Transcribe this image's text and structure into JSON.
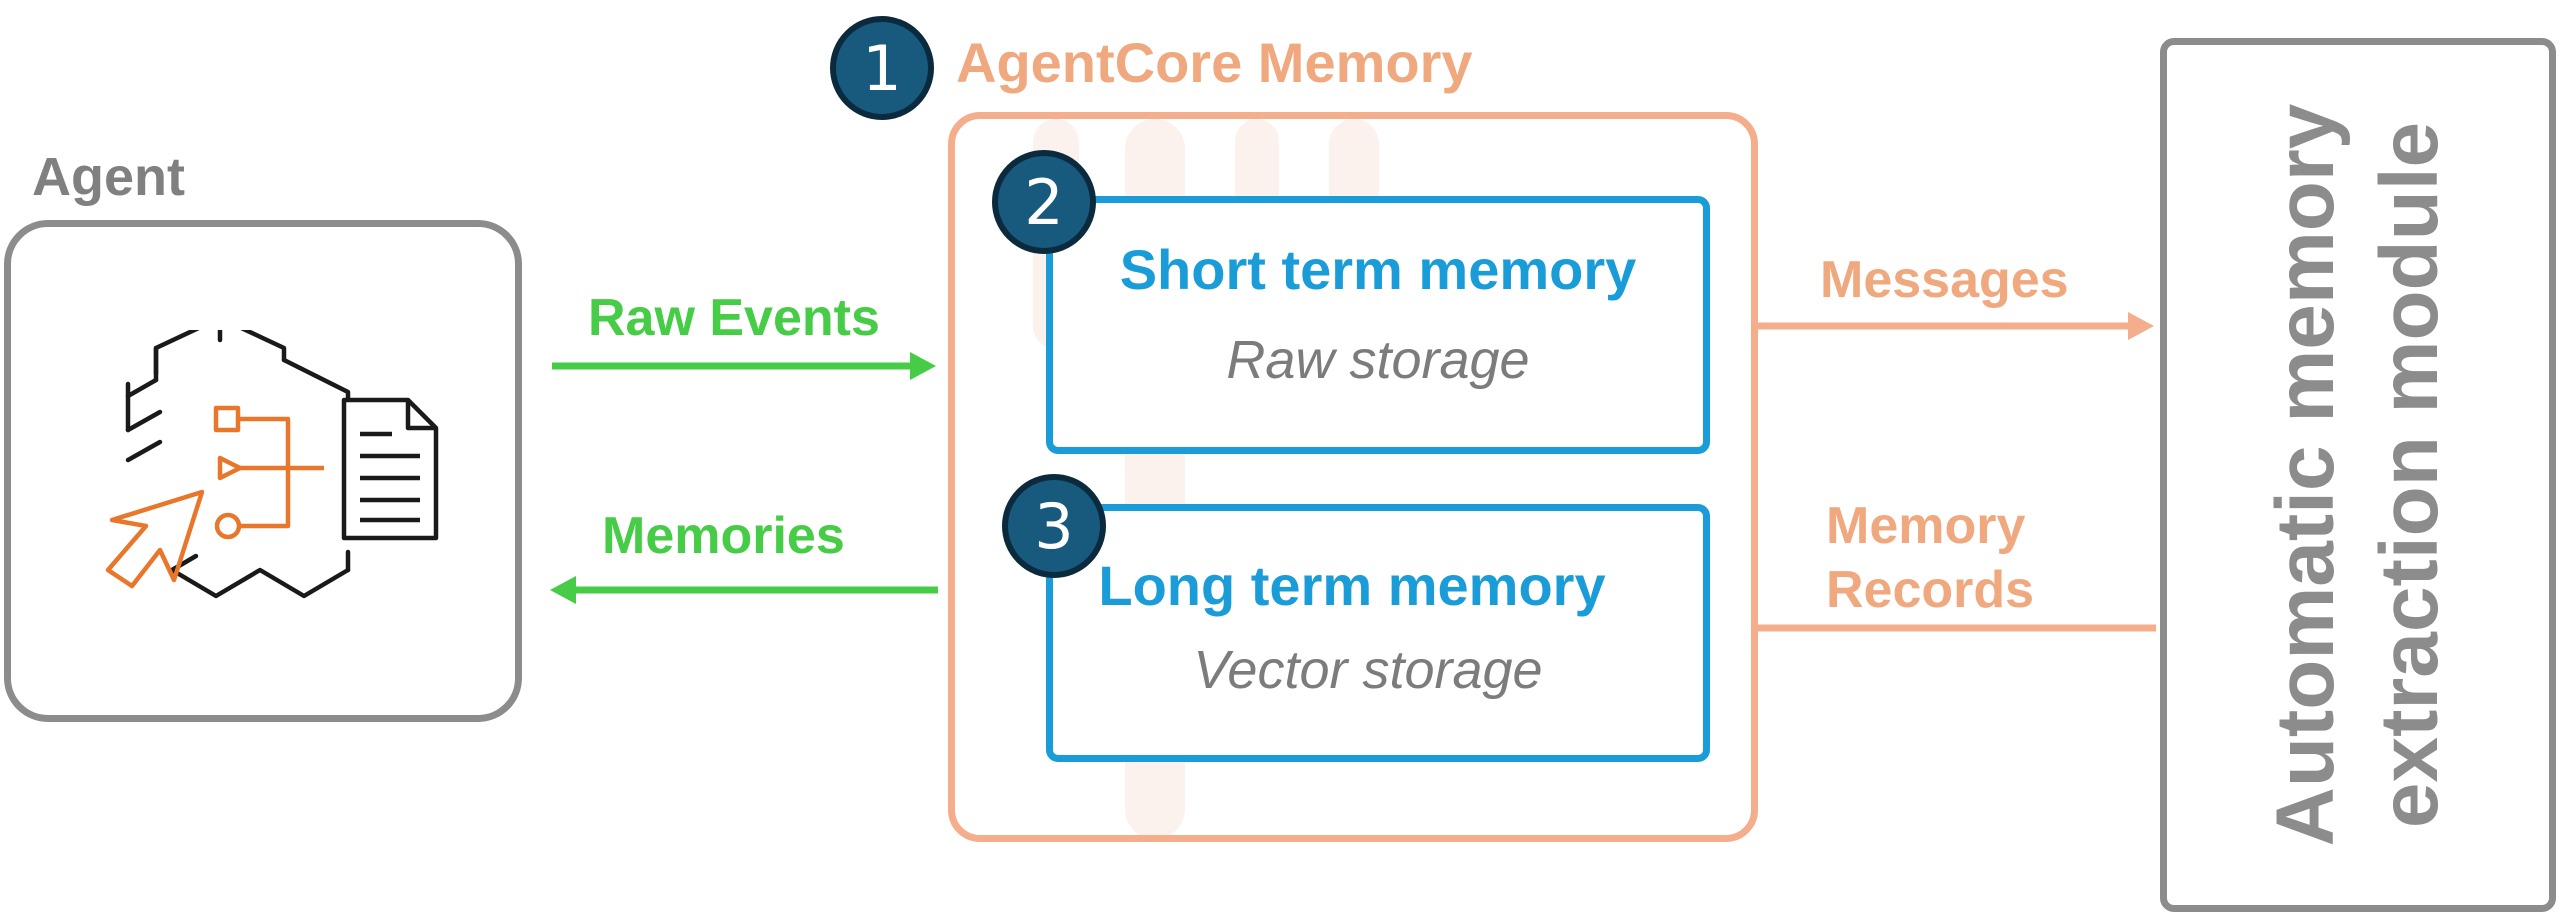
{
  "agent": {
    "label": "Agent"
  },
  "flows": {
    "raw_events": "Raw Events",
    "memories": "Memories",
    "messages": "Messages",
    "memory_records_line1": "Memory",
    "memory_records_line2": "Records"
  },
  "agentcore": {
    "step": "1",
    "title": "AgentCore Memory",
    "short_term": {
      "step": "2",
      "title": "Short term memory",
      "subtitle": "Raw storage"
    },
    "long_term": {
      "step": "3",
      "title": "Long term memory",
      "subtitle": "Vector storage"
    }
  },
  "extraction": {
    "line1": "Automatic memory",
    "line2": "extraction module"
  },
  "colors": {
    "green": "#46cc46",
    "salmon": "#f0a87f",
    "blue": "#1a9cd8",
    "navy": "#185a7d",
    "gray": "#8c8c8c",
    "orange_icon": "#e8762b"
  },
  "icons": {
    "agent": "agent-workflow-icon"
  }
}
